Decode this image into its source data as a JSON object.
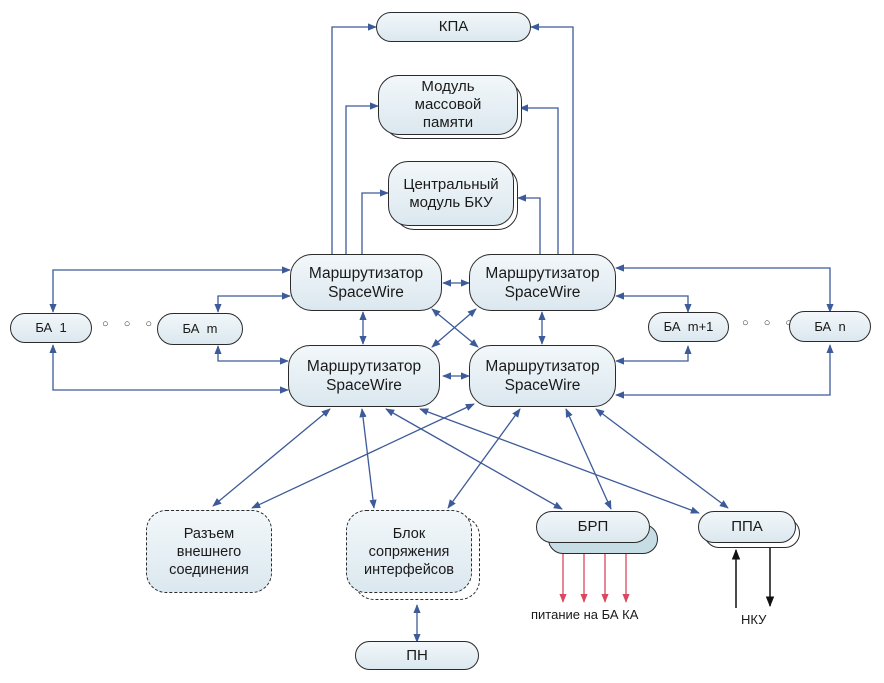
{
  "nodes": {
    "kpa": "КПА",
    "mass_memory": [
      "Модуль",
      "массовой",
      "памяти"
    ],
    "central_module": [
      "Центральный",
      "модуль БКУ"
    ],
    "router_tl": [
      "Маршрутизатор",
      "SpaceWire"
    ],
    "router_tr": [
      "Маршрутизатор",
      "SpaceWire"
    ],
    "router_bl": [
      "Маршрутизатор",
      "SpaceWire"
    ],
    "router_br": [
      "Маршрутизатор",
      "SpaceWire"
    ],
    "ba_1": "БА  1",
    "ba_m": "БА  m",
    "ba_m1": "БА  m+1",
    "ba_n": "БА  n",
    "ext_connector": [
      "Разъем",
      "внешнего",
      "соединения"
    ],
    "interface_unit": [
      "Блок",
      "сопряжения",
      "интерфейсов"
    ],
    "brp": "БРП",
    "ppa": "ППА",
    "pn": "ПН"
  },
  "labels": {
    "power": "питание на БА КА",
    "nku": "НКУ",
    "ellipsis_left": "○ ○ ○",
    "ellipsis_right": "○ ○ ○"
  },
  "colors": {
    "link": "#3d5a99",
    "power_arrow": "#d9485f",
    "nku_arrow": "#111111",
    "node_fill_top": "#f2f7fa",
    "node_fill_bottom": "#dbe8ef",
    "node_border": "#2b2b2b"
  }
}
